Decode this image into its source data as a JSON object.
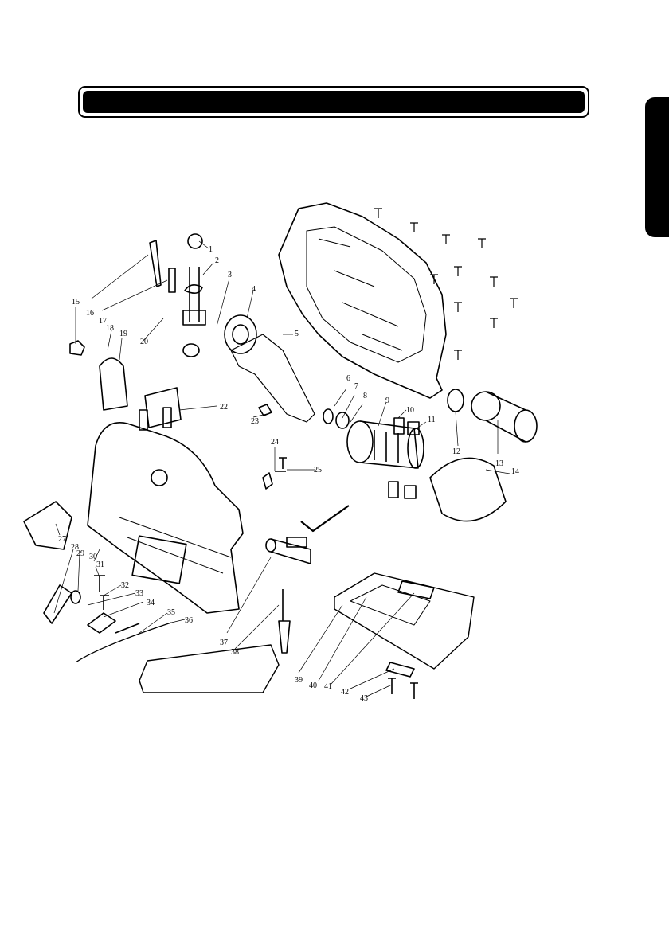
{
  "title": "",
  "colors": {
    "ink": "#000000",
    "paper": "#ffffff"
  },
  "parts": [
    {
      "num": "1"
    },
    {
      "num": "2"
    },
    {
      "num": "3"
    },
    {
      "num": "4"
    },
    {
      "num": "5"
    },
    {
      "num": "6"
    },
    {
      "num": "7"
    },
    {
      "num": "8"
    },
    {
      "num": "9"
    },
    {
      "num": "10"
    },
    {
      "num": "11"
    },
    {
      "num": "12"
    },
    {
      "num": "13"
    },
    {
      "num": "14"
    },
    {
      "num": "15"
    },
    {
      "num": "16"
    },
    {
      "num": "17"
    },
    {
      "num": "18"
    },
    {
      "num": "19"
    },
    {
      "num": "20"
    },
    {
      "num": "22"
    },
    {
      "num": "23"
    },
    {
      "num": "24"
    },
    {
      "num": "25"
    },
    {
      "num": "27"
    },
    {
      "num": "28"
    },
    {
      "num": "29"
    },
    {
      "num": "30"
    },
    {
      "num": "31"
    },
    {
      "num": "32"
    },
    {
      "num": "33"
    },
    {
      "num": "34"
    },
    {
      "num": "35"
    },
    {
      "num": "36"
    },
    {
      "num": "37"
    },
    {
      "num": "38"
    },
    {
      "num": "39"
    },
    {
      "num": "40"
    },
    {
      "num": "41"
    },
    {
      "num": "42"
    },
    {
      "num": "43"
    }
  ]
}
